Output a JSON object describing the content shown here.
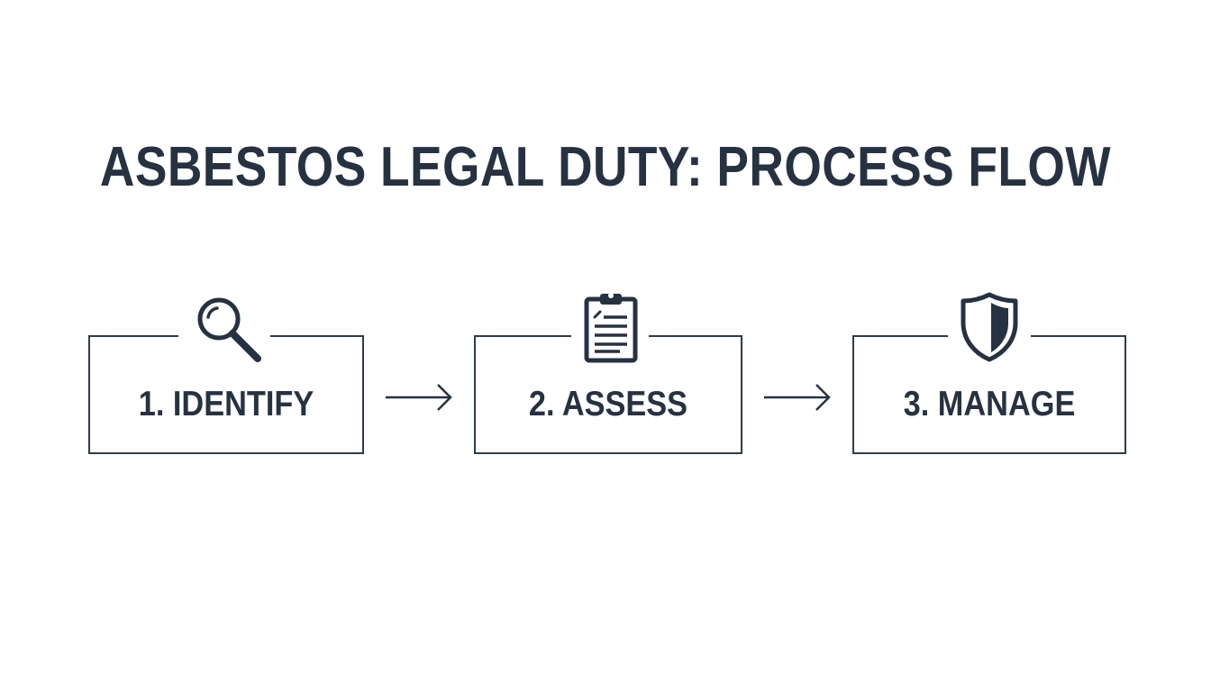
{
  "title": "ASBESTOS LEGAL DUTY: PROCESS FLOW",
  "colors": {
    "ink": "#263241",
    "border": "#2f3b4a",
    "background": "#ffffff"
  },
  "steps": [
    {
      "label": "1. IDENTIFY",
      "icon": "magnifying-glass-icon"
    },
    {
      "label": "2. ASSESS",
      "icon": "clipboard-icon"
    },
    {
      "label": "3. MANAGE",
      "icon": "shield-icon"
    }
  ],
  "connectors": [
    {
      "icon": "arrow-right-icon"
    },
    {
      "icon": "arrow-right-icon"
    }
  ]
}
